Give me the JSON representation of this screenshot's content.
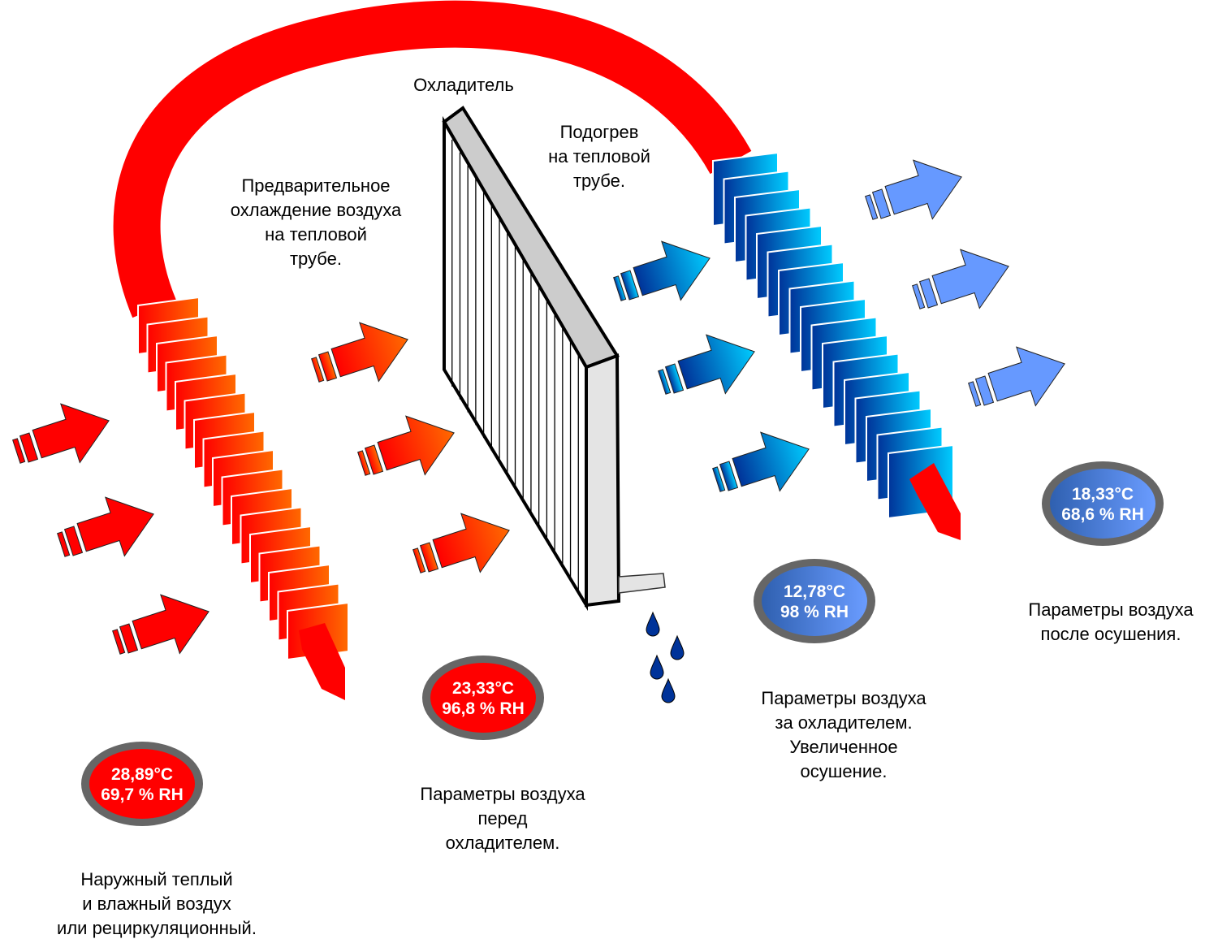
{
  "labels": {
    "cooler": "Охладитель",
    "precool": [
      "Предварительное",
      "охлаждение воздуха",
      "на тепловой",
      "трубе."
    ],
    "reheat": [
      "Подогрев",
      "на тепловой",
      "трубе."
    ],
    "outdoor_air": [
      "Наружный теплый",
      "и влажный воздух",
      "или рециркуляционный."
    ],
    "before_cooler": [
      "Параметры воздуха",
      "перед",
      "охладителем."
    ],
    "after_cooler": [
      "Параметры воздуха",
      "за охладителем.",
      "Увеличенное",
      "осушение."
    ],
    "after_drying": [
      "Параметры воздуха",
      "после осушения."
    ]
  },
  "badges": [
    {
      "id": "outdoor",
      "temp": "28,89°C",
      "rh": "69,7 % RH",
      "theme": "warm"
    },
    {
      "id": "before-cooler",
      "temp": "23,33°C",
      "rh": "96,8 % RH",
      "theme": "warm"
    },
    {
      "id": "after-cooler",
      "temp": "12,78°C",
      "rh": "98 % RH",
      "theme": "cool"
    },
    {
      "id": "after-drying",
      "temp": "18,33°C",
      "rh": "68,6 % RH",
      "theme": "cool"
    }
  ],
  "colors": {
    "heat_pipe": "#ff0000",
    "warm_fin_start": "#ff0000",
    "warm_fin_end": "#ff6a00",
    "cool_fin_start": "#003399",
    "cool_fin_end": "#00ccff",
    "supply_arrow": "#6699ff",
    "badge_border": "#666666",
    "water_drop": "#003399",
    "cooler_face": "#ffffff",
    "cooler_edge": "#cccccc"
  }
}
